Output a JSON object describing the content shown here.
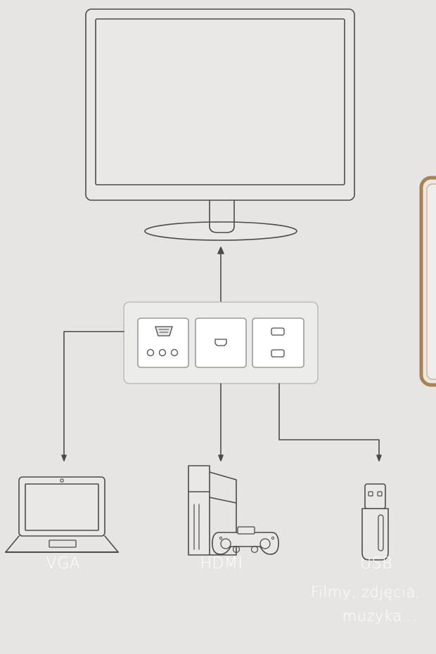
{
  "colors": {
    "background": "#e6e5e3",
    "line": "#4a4a4a",
    "panel_fill": "#ececea",
    "panel_border": "#bdbdbb",
    "socket_fill": "#ffffff",
    "label_text": "#ffffff",
    "frame_wood": "#a9824f"
  },
  "devices": {
    "laptop": {
      "icon": "laptop-icon",
      "label": "VGA"
    },
    "console": {
      "icon": "game-console-icon",
      "label": "HDMI"
    },
    "usb": {
      "icon": "usb-stick-icon",
      "label": "USB",
      "sublabel_line1": "Filmy, zdjęcia,",
      "sublabel_line2": "muzyka..."
    }
  },
  "panel": {
    "sockets": [
      "vga-socket",
      "hdmi-socket",
      "usb-socket"
    ]
  },
  "display": {
    "icon": "monitor-icon"
  },
  "side_item": {
    "icon": "wooden-frame-icon"
  }
}
